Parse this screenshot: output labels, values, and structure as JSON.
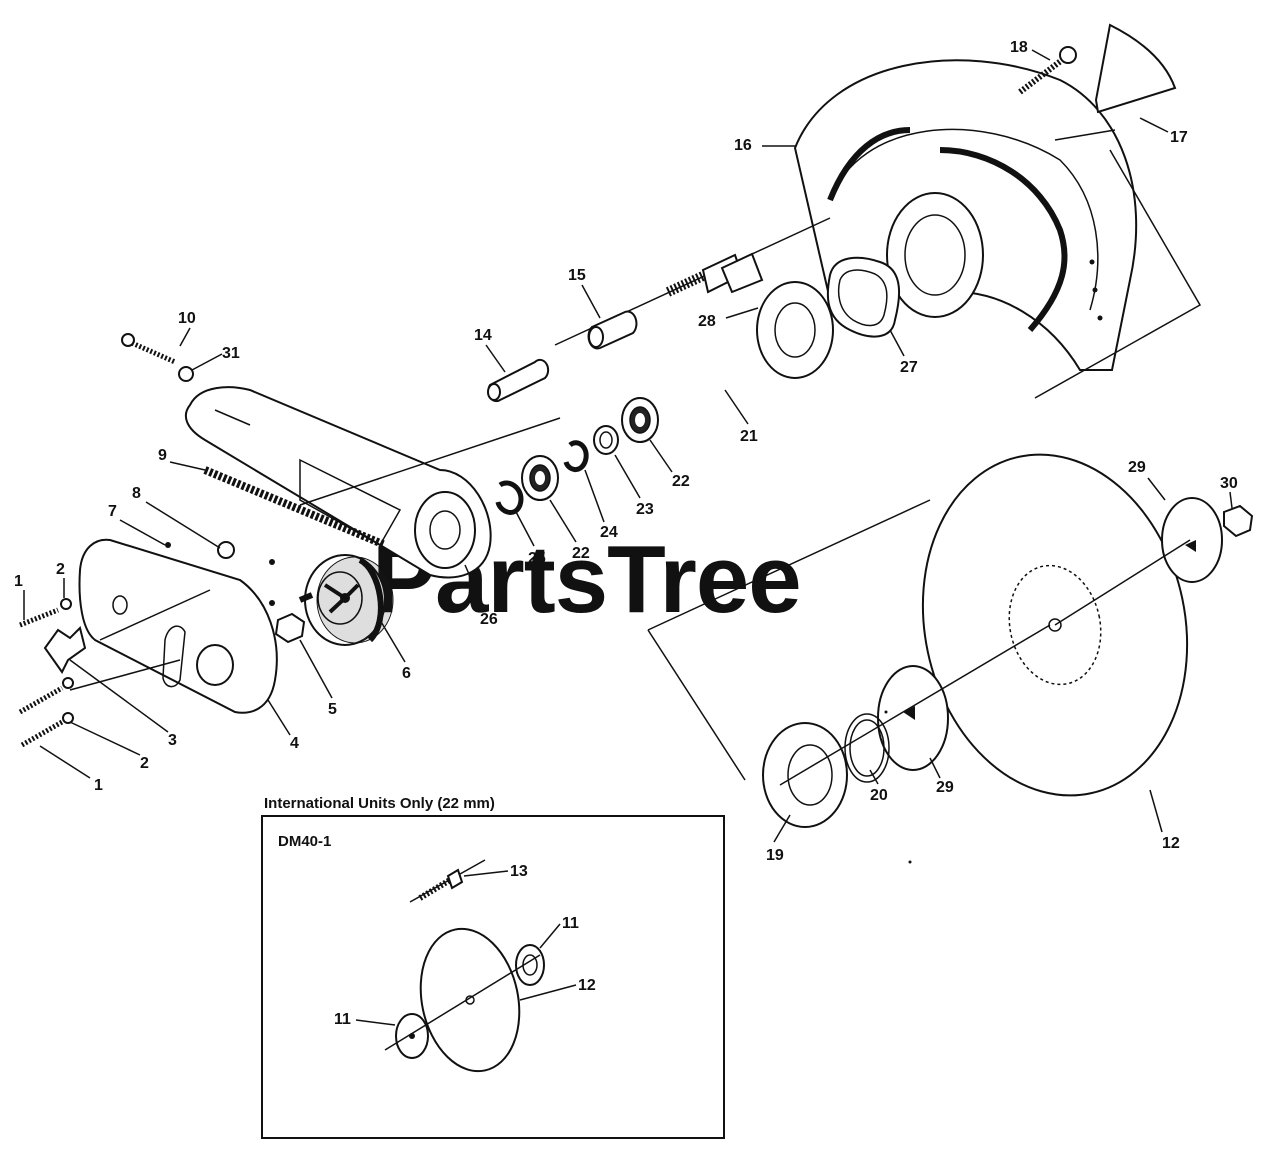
{
  "watermark": {
    "text": "PartsTree",
    "trademark": "™"
  },
  "labels": {
    "p1a": "1",
    "p1b": "1",
    "p2a": "2",
    "p2b": "2",
    "p3": "3",
    "p4": "4",
    "p5": "5",
    "p6": "6",
    "p7": "7",
    "p8": "8",
    "p9": "9",
    "p10": "10",
    "p31": "31",
    "p14": "14",
    "p15": "15",
    "p16": "16",
    "p17": "17",
    "p18": "18",
    "p21": "21",
    "p22a": "22",
    "p22b": "22",
    "p23": "23",
    "p24": "24",
    "p25": "25",
    "p26": "26",
    "p27": "27",
    "p28": "28",
    "p29a": "29",
    "p29b": "29",
    "p30": "30",
    "p19": "19",
    "p20": "20",
    "p12": "12"
  },
  "inset": {
    "heading": "International Units Only (22 mm)",
    "model": "DM40-1",
    "labels": {
      "p13": "13",
      "p11a": "11",
      "p11b": "11",
      "p12": "12"
    }
  }
}
